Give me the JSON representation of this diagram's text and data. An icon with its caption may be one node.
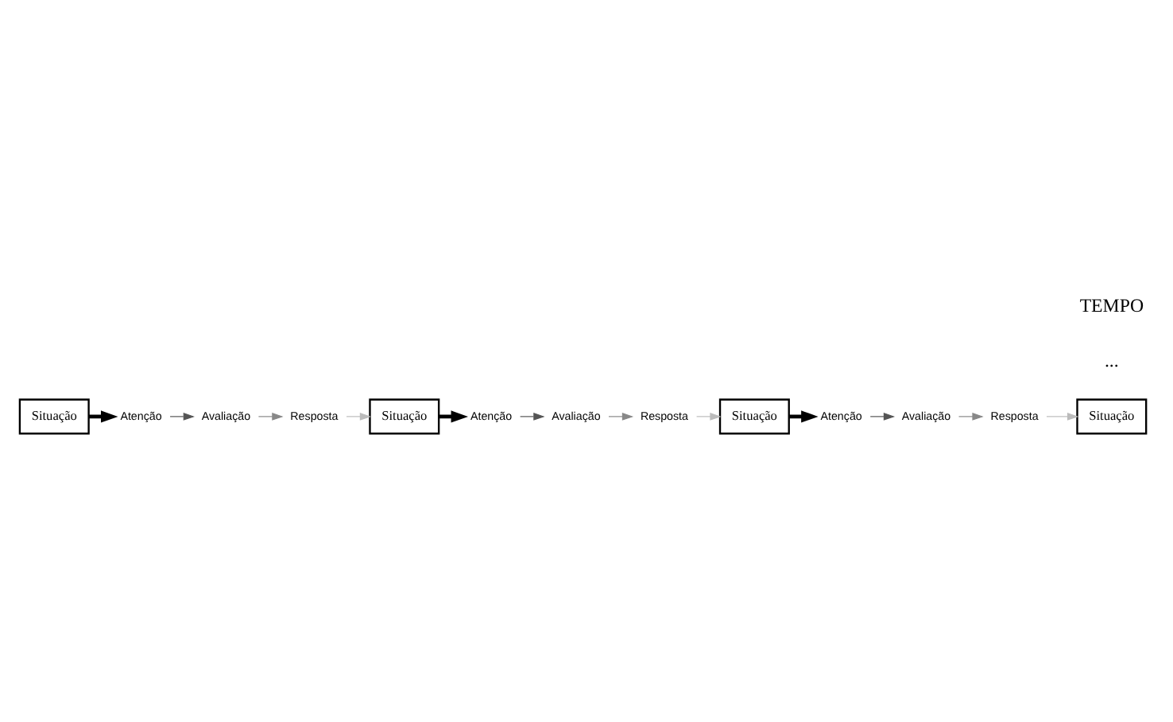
{
  "diagram": {
    "nodes": [
      {
        "text": [
          "Situação"
        ]
      },
      {
        "text": [
          "Atenção"
        ]
      },
      {
        "text": [
          "Avaliação"
        ]
      },
      {
        "text": [
          "Resposta"
        ]
      },
      {
        "text": [
          "Situação"
        ]
      },
      {
        "text": [
          "Atenção"
        ]
      },
      {
        "text": [
          "Avaliação"
        ]
      },
      {
        "text": [
          "Resposta"
        ]
      },
      {
        "text": [
          "Situação"
        ]
      },
      {
        "text": [
          "Atenção"
        ]
      },
      {
        "text": [
          "Avaliação"
        ]
      },
      {
        "text": [
          "Resposta"
        ]
      },
      {
        "text": [
          "Situação"
        ]
      }
    ],
    "edges": [
      {
        "from": 0,
        "to": 1,
        "arrow": "to",
        "style": "thick"
      },
      {
        "from": 1,
        "to": 2,
        "arrow": "to",
        "color": "#555555"
      },
      {
        "from": 2,
        "to": 3,
        "arrow": "to",
        "color": "#888888"
      },
      {
        "from": 3,
        "to": 4,
        "arrow": "to",
        "color": "#bbbbbb"
      },
      {
        "from": 4,
        "to": 5,
        "arrow": "to",
        "style": "thick"
      },
      {
        "from": 5,
        "to": 6,
        "arrow": "to",
        "color": "#555555"
      },
      {
        "from": 6,
        "to": 7,
        "arrow": "to",
        "color": "#888888"
      },
      {
        "from": 7,
        "to": 8,
        "arrow": "to",
        "color": "#bbbbbb"
      },
      {
        "from": 8,
        "to": 9,
        "arrow": "to",
        "style": "thick"
      },
      {
        "from": 9,
        "to": 10,
        "arrow": "to",
        "color": "#555555"
      },
      {
        "from": 10,
        "to": 11,
        "arrow": "to",
        "color": "#888888"
      },
      {
        "from": 11,
        "to": 12,
        "arrow": "to",
        "color": "#bbbbbb"
      }
    ],
    "labels": [
      "...",
      "TEMPO"
    ]
  }
}
